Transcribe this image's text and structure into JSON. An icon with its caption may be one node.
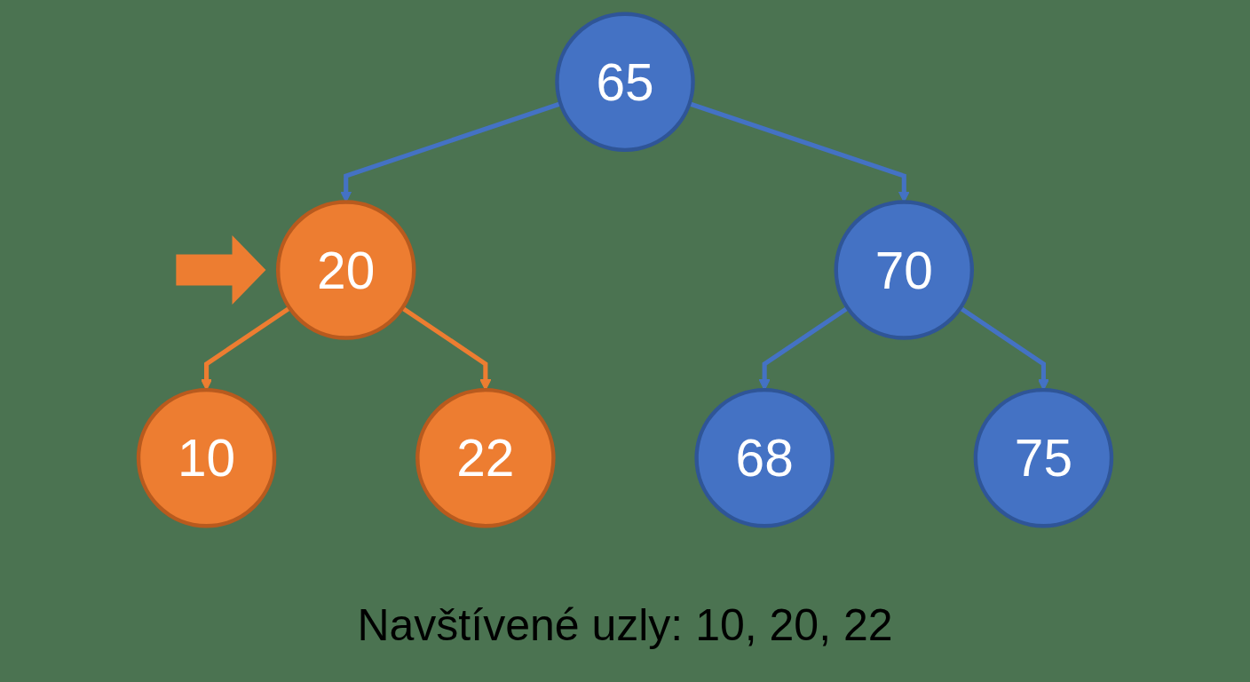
{
  "diagram": {
    "caption": "Navštívené uzly: 10, 20, 22",
    "nodes": [
      {
        "text": [
          "65"
        ]
      },
      {
        "text": [
          "20"
        ]
      },
      {
        "text": [
          "70"
        ]
      },
      {
        "text": [
          "10"
        ]
      },
      {
        "text": [
          "22"
        ]
      },
      {
        "text": [
          "68"
        ]
      },
      {
        "text": [
          "75"
        ]
      }
    ],
    "edges": [
      {
        "from": 0,
        "to": 1,
        "arrow": "to"
      },
      {
        "from": 0,
        "to": 2,
        "arrow": "to"
      },
      {
        "from": 1,
        "to": 3,
        "arrow": "to",
        "color": "#ed7d31"
      },
      {
        "from": 1,
        "to": 4,
        "arrow": "to",
        "color": "#ed7d31"
      },
      {
        "from": 2,
        "to": 5,
        "arrow": "to"
      },
      {
        "from": 2,
        "to": 6,
        "arrow": "to"
      },
      {
        "from": null,
        "to": 1,
        "arrow": "to",
        "style": "thick",
        "color": "#ed7d31"
      }
    ]
  }
}
